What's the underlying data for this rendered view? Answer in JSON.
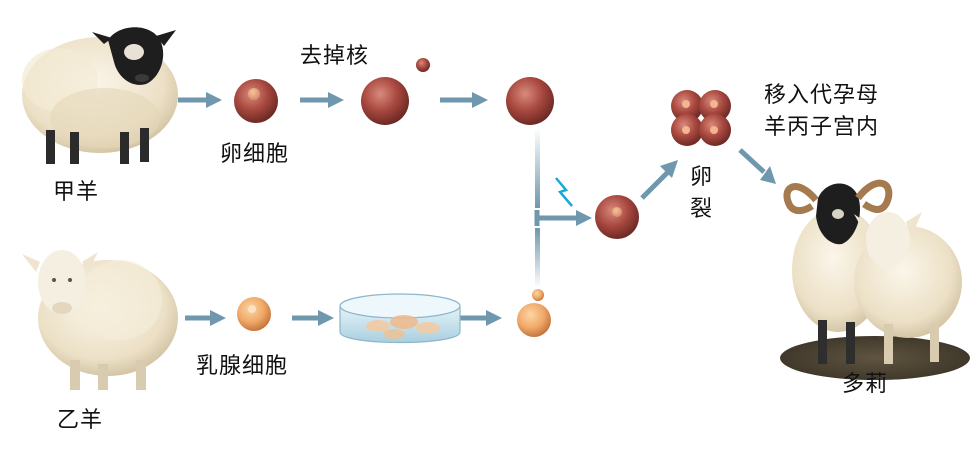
{
  "labels": {
    "sheep_a": "甲羊",
    "sheep_b": "乙羊",
    "egg_cell": "卵细胞",
    "enucleate": "去掉核",
    "mammary_cell": "乳腺细胞",
    "cleavage_1": "卵",
    "cleavage_2": "裂",
    "implant_line1": "移入代孕母",
    "implant_line2": "羊丙子宫内",
    "dolly": "多莉"
  },
  "colors": {
    "arrow": "#6f97ad",
    "egg": "#a8483f",
    "mammary": "#f0a868",
    "fleece": "#efe6d0",
    "dish": "#cfe5ef"
  }
}
